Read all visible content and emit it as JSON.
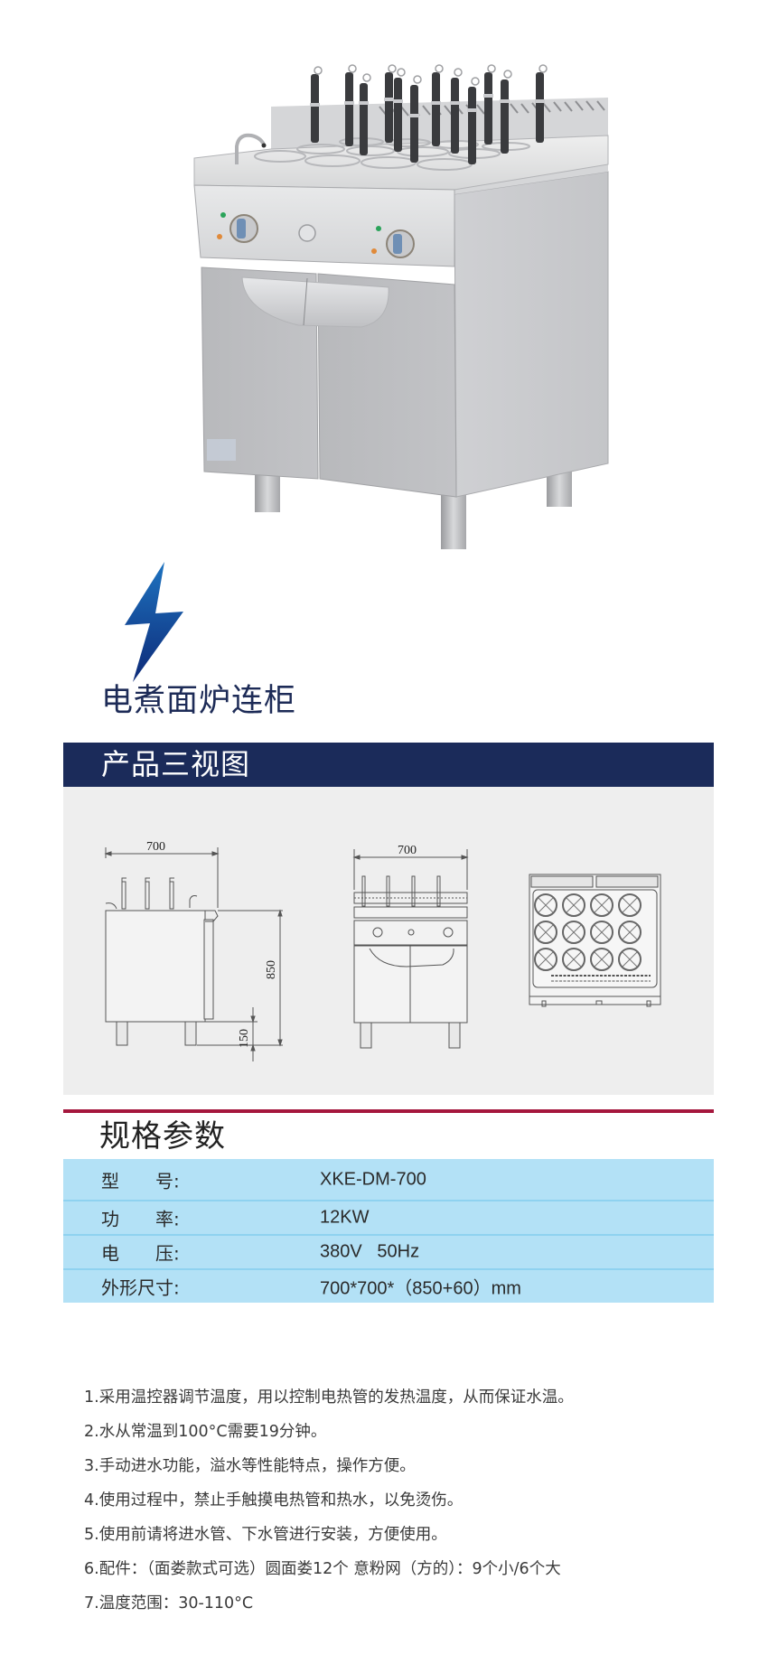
{
  "product": {
    "title": "电煮面炉连柜",
    "image_alt": "electric-pasta-cooker-with-cabinet"
  },
  "views_section": {
    "title": "产品三视图",
    "dimensions": {
      "side_width": "700",
      "front_width": "700",
      "height": "850",
      "leg_height": "150"
    }
  },
  "spec_section": {
    "title": "规格参数",
    "rows": [
      {
        "label": "型　　号:",
        "value": "XKE-DM-700"
      },
      {
        "label": "功　　率:",
        "value": "12KW"
      },
      {
        "label": "电　　压:",
        "value": "380V   50Hz"
      },
      {
        "label": "外形尺寸:",
        "value": "700*700*（850+60）mm"
      }
    ]
  },
  "notes": [
    "1.采用温控器调节温度，用以控制电热管的发热温度，从而保证水温。",
    "2.水从常温到100°C需要19分钟。",
    "3.手动进水功能，溢水等性能特点，操作方便。",
    "4.使用过程中，禁止手触摸电热管和热水，以免烫伤。",
    "5.使用前请将进水管、下水管进行安装，方便使用。",
    "6.配件：（面娄款式可选）圆面娄12个  意粉网（方的）：9个小/6个大",
    "7.温度范围：30-110°C"
  ],
  "colors": {
    "navy_band": "#1b2b5a",
    "title_navy": "#1d2b57",
    "accent_red": "#a5173d",
    "table_blue": "#b3e1f6",
    "panel_gray": "#eeeeee",
    "bolt_blue_top": "#1e73c0",
    "bolt_blue_bottom": "#0d2a78"
  }
}
